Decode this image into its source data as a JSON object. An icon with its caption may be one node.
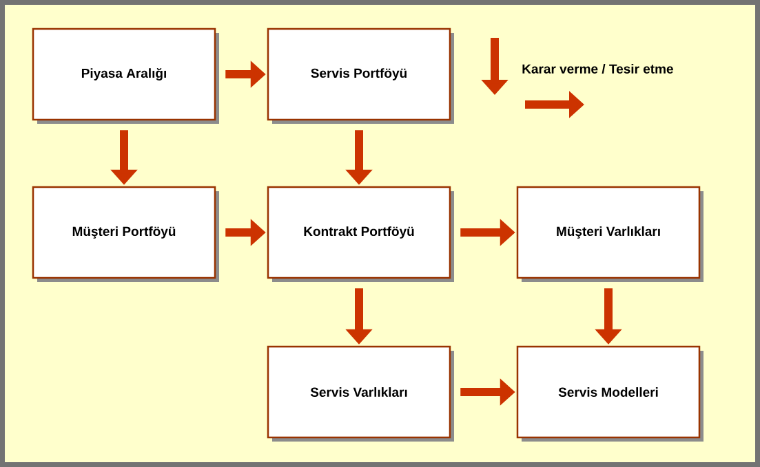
{
  "diagram": {
    "nodes": [
      {
        "text": [
          "Piyasa Aralığı"
        ]
      },
      {
        "text": [
          "Servis Portföyü"
        ]
      },
      {
        "text": [
          "Müşteri Portföyü"
        ]
      },
      {
        "text": [
          "Kontrakt Portföyü"
        ]
      },
      {
        "text": [
          "Müşteri Varlıkları"
        ]
      },
      {
        "text": [
          "Servis Varlıkları"
        ]
      },
      {
        "text": [
          "Servis Modelleri"
        ]
      }
    ],
    "edges": [
      {
        "from": 0,
        "to": 1,
        "arrow": "to"
      },
      {
        "from": 0,
        "to": 2,
        "arrow": "to"
      },
      {
        "from": 1,
        "to": 3,
        "arrow": "to"
      },
      {
        "from": 2,
        "to": 3,
        "arrow": "to"
      },
      {
        "from": 3,
        "to": 4,
        "arrow": "to"
      },
      {
        "from": 3,
        "to": 5,
        "arrow": "to"
      },
      {
        "from": 4,
        "to": 6,
        "arrow": "to"
      },
      {
        "from": 5,
        "to": 6,
        "arrow": "to"
      }
    ],
    "legend": [
      {
        "text": "Karar verme / Tesir etme"
      }
    ]
  }
}
